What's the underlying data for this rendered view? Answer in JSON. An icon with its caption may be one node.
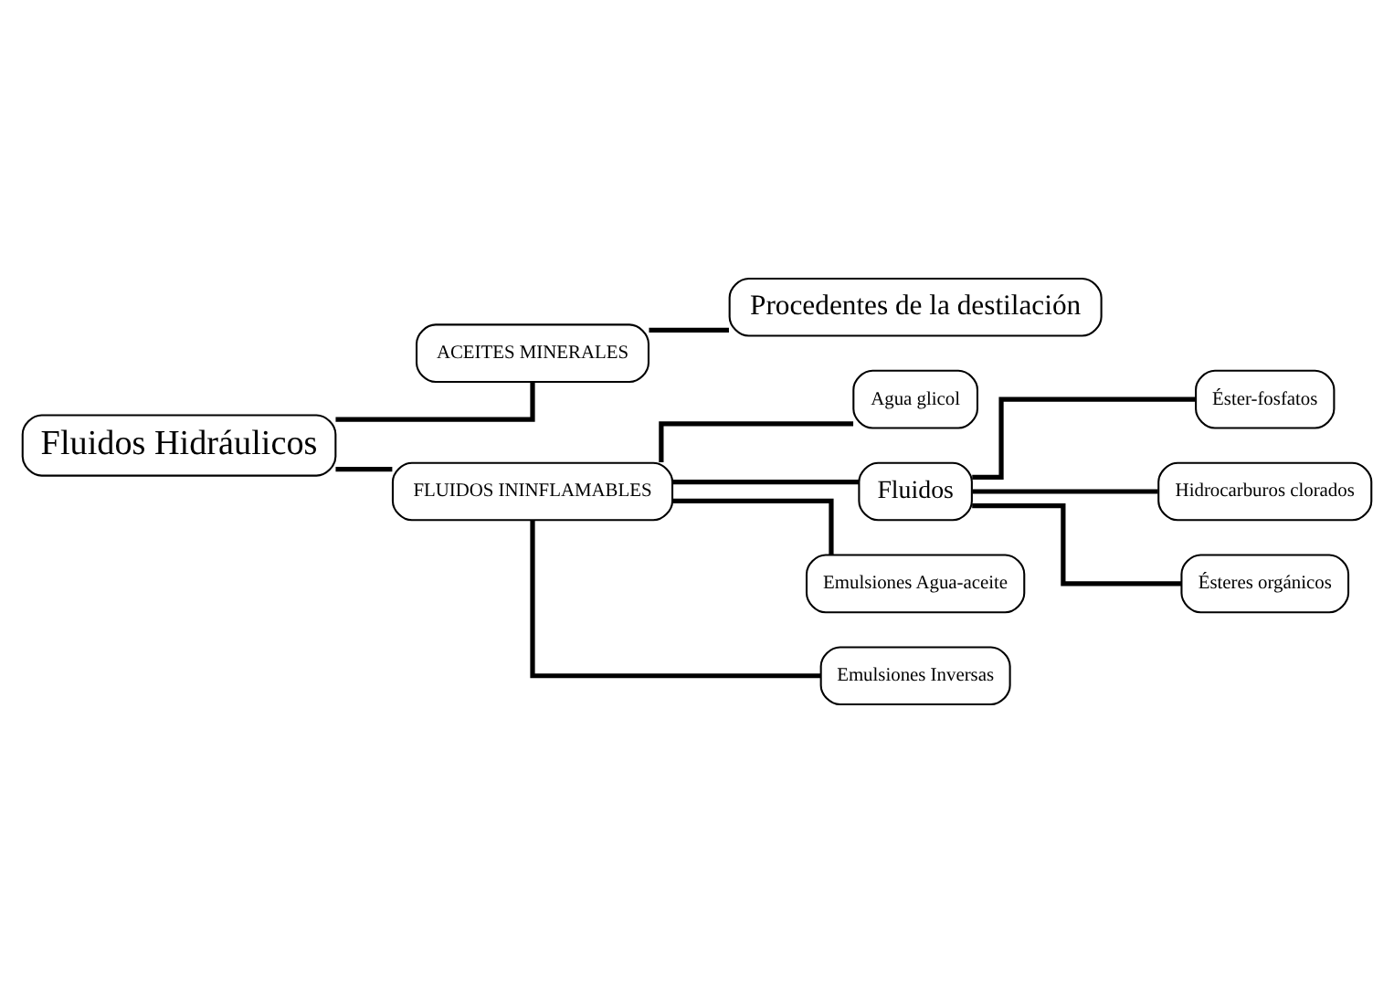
{
  "diagram": {
    "nodes": [
      {
        "text": [
          "Fluidos Hidráulicos"
        ]
      },
      {
        "text": [
          "ACEITES MINERALES"
        ]
      },
      {
        "text": [
          "Procedentes de la destilación"
        ]
      },
      {
        "text": [
          "FLUIDOS ININFLAMABLES"
        ]
      },
      {
        "text": [
          "Agua glicol"
        ]
      },
      {
        "text": [
          "Fluidos"
        ]
      },
      {
        "text": [
          "Emulsiones Agua-aceite"
        ]
      },
      {
        "text": [
          "Emulsiones Inversas"
        ]
      },
      {
        "text": [
          "Éster-fosfatos"
        ]
      },
      {
        "text": [
          "Hidrocarburos clorados"
        ]
      },
      {
        "text": [
          "Ésteres orgánicos"
        ]
      }
    ],
    "edges": [
      {
        "from": 0,
        "to": 1,
        "arrow": "none"
      },
      {
        "from": 1,
        "to": 2,
        "arrow": "none"
      },
      {
        "from": 0,
        "to": 3,
        "arrow": "none"
      },
      {
        "from": 3,
        "to": 4,
        "arrow": "none"
      },
      {
        "from": 3,
        "to": 5,
        "arrow": "none"
      },
      {
        "from": 3,
        "to": 6,
        "arrow": "none"
      },
      {
        "from": 3,
        "to": 7,
        "arrow": "none"
      },
      {
        "from": 5,
        "to": 8,
        "arrow": "none"
      },
      {
        "from": 5,
        "to": 9,
        "arrow": "none"
      },
      {
        "from": 5,
        "to": 10,
        "arrow": "none"
      }
    ]
  }
}
